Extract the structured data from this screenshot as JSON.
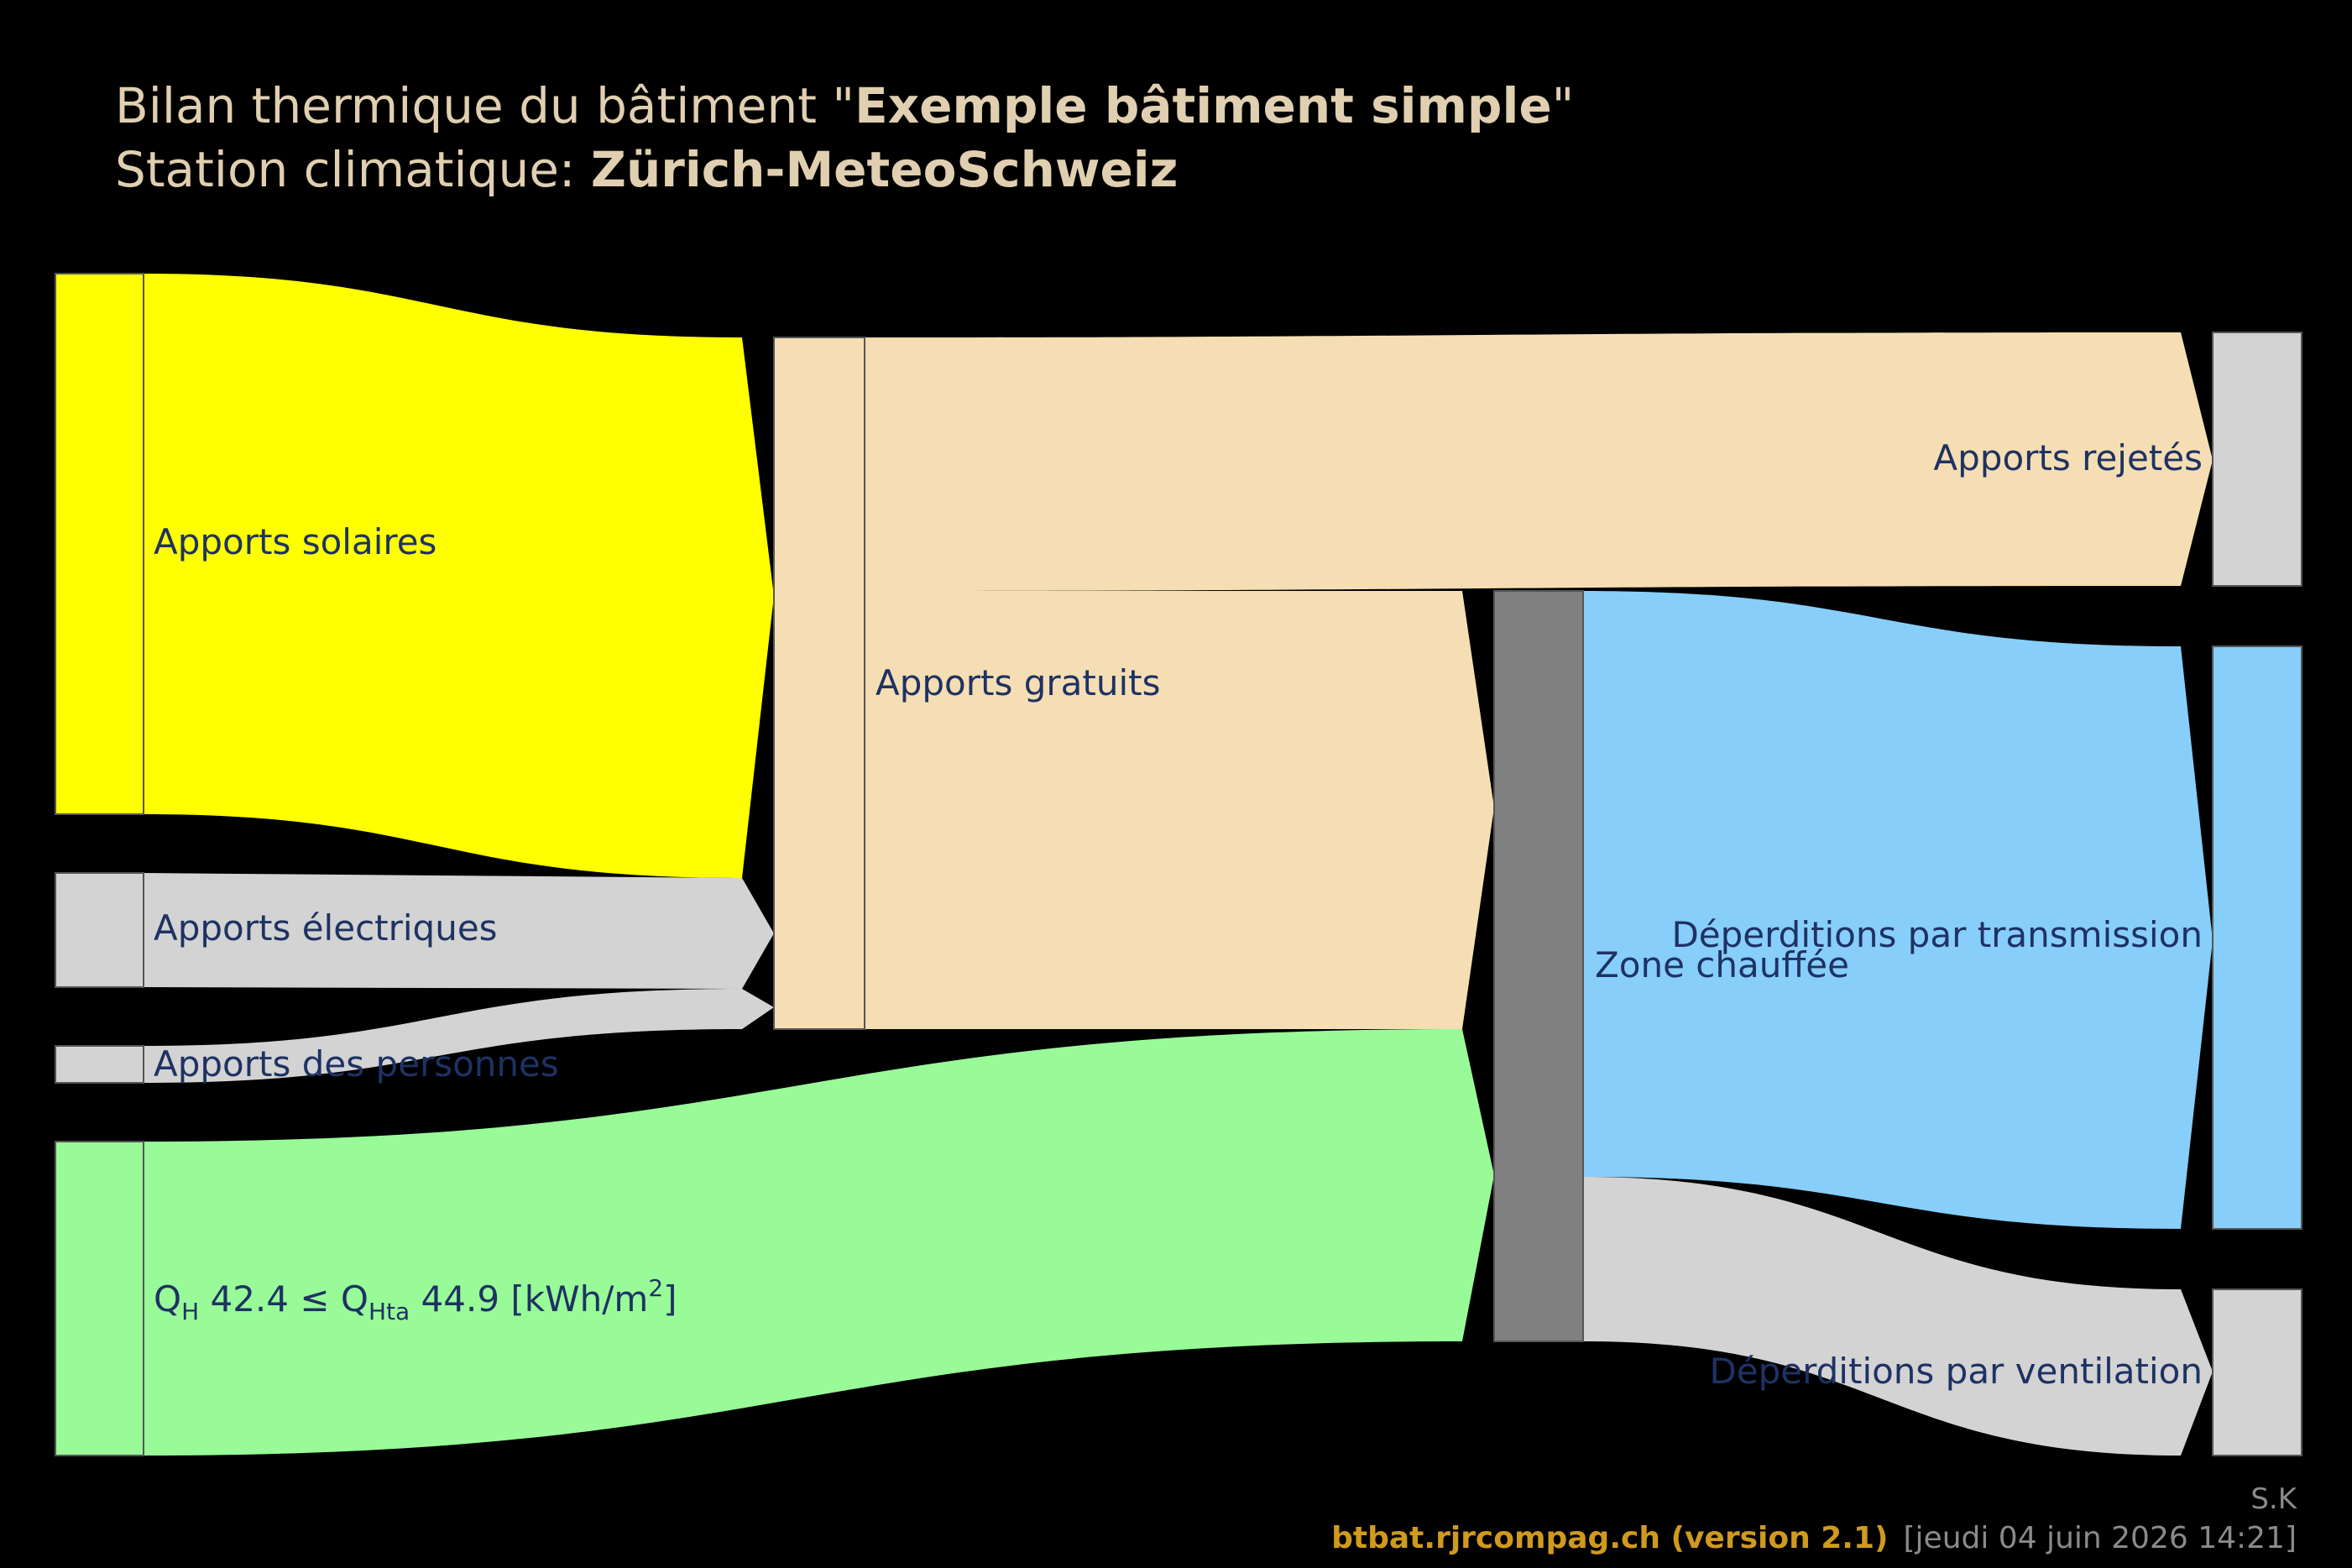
{
  "title": {
    "line1_prefix": "Bilan thermique du bâtiment \"",
    "line1_bold": "Exemple bâtiment simple",
    "line1_suffix": "\"",
    "line2_prefix": "Station climatique: ",
    "line2_bold": "Zürich-MeteoSchweiz"
  },
  "nodes": {
    "solar": {
      "label": "Apports solaires",
      "color": "#ffff00"
    },
    "electric": {
      "label": "Apports électriques",
      "color": "#d3d3d3"
    },
    "persons": {
      "label": "Apports des personnes",
      "color": "#d3d3d3"
    },
    "heating": {
      "sub1": "H",
      "value1": "42.4",
      "sym": "≤",
      "sub2": "Hta",
      "value2": "44.9",
      "unit_prefix": "[kWh/m",
      "unit_power": "2",
      "unit_suffix": "]",
      "letter": "Q",
      "color": "#98fb98"
    },
    "free_gains": {
      "label": "Apports gratuits",
      "color": "#f5deb3"
    },
    "zone": {
      "label": "Zone chauffée",
      "color": "#808080"
    },
    "rejected": {
      "label": "Apports rejetés",
      "color": "#d3d3d3"
    },
    "transmission": {
      "label": "Déperditions par transmission",
      "color": "#87cefa"
    },
    "ventilation": {
      "label": "Déperditions par ventilation",
      "color": "#d3d3d3"
    }
  },
  "label_color": "#1e3263",
  "footer": {
    "author": "S.K",
    "site": "btbat.rjrcompag.ch (version 2.1)",
    "stamp": "[jeudi 04 juin 2026 14:21]"
  }
}
